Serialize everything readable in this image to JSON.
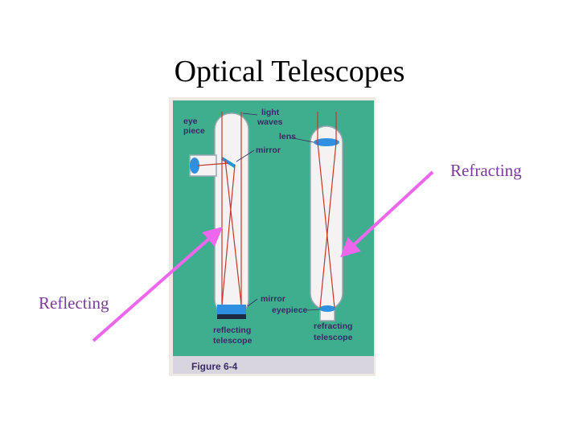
{
  "slide": {
    "title": "Optical Telescopes",
    "labels": {
      "refracting": "Refracting",
      "reflecting": "Reflecting"
    }
  },
  "figure": {
    "callouts": {
      "eye_piece_1": "eye",
      "eye_piece_2": "piece",
      "light_1": "light",
      "light_2": "waves",
      "lens": "lens",
      "mirror_top": "mirror",
      "mirror_bottom": "mirror",
      "eyepiece": "eyepiece"
    },
    "captions": {
      "reflecting_1": "reflecting",
      "reflecting_2": "telescope",
      "refracting_1": "refracting",
      "refracting_2": "telescope"
    },
    "figure_label": "Figure 6-4"
  },
  "colors": {
    "background_panel": "#3fae8e",
    "arrow": "#ee66ee",
    "label_text": "#7a3a9a",
    "light_ray": "#c0392b",
    "optic_blue": "#2f8fe0"
  }
}
